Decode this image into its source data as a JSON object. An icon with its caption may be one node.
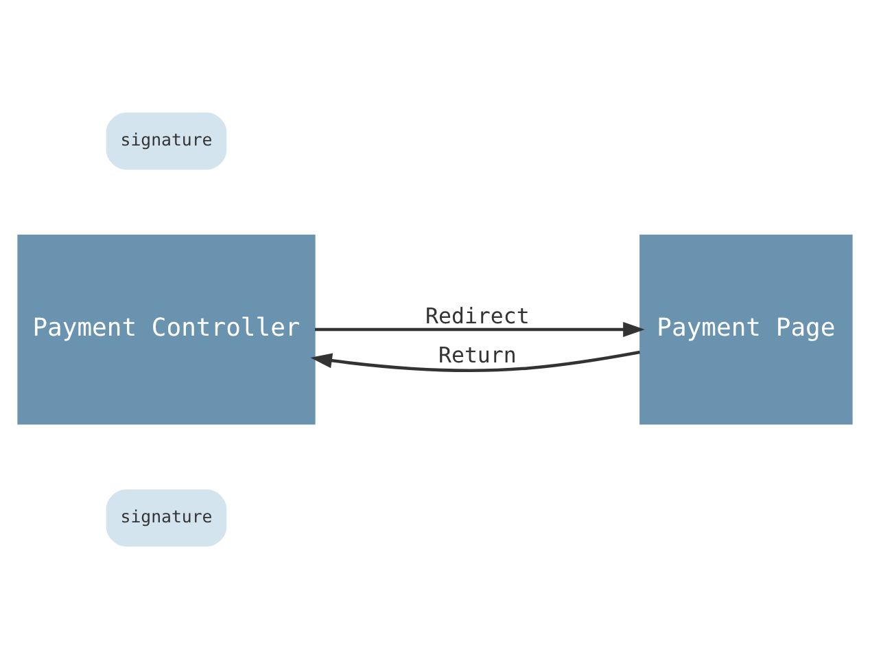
{
  "diagram": {
    "nodes": [
      {
        "text": [
          "signature"
        ]
      },
      {
        "text": [
          "Payment Controller"
        ]
      },
      {
        "text": [
          "Payment Page"
        ]
      },
      {
        "text": [
          "signature"
        ]
      }
    ],
    "edges": [
      {
        "from": 1,
        "to": 2,
        "arrow": "to",
        "label": "Redirect"
      },
      {
        "from": 2,
        "to": 1,
        "arrow": "to",
        "label": "Return"
      }
    ]
  }
}
